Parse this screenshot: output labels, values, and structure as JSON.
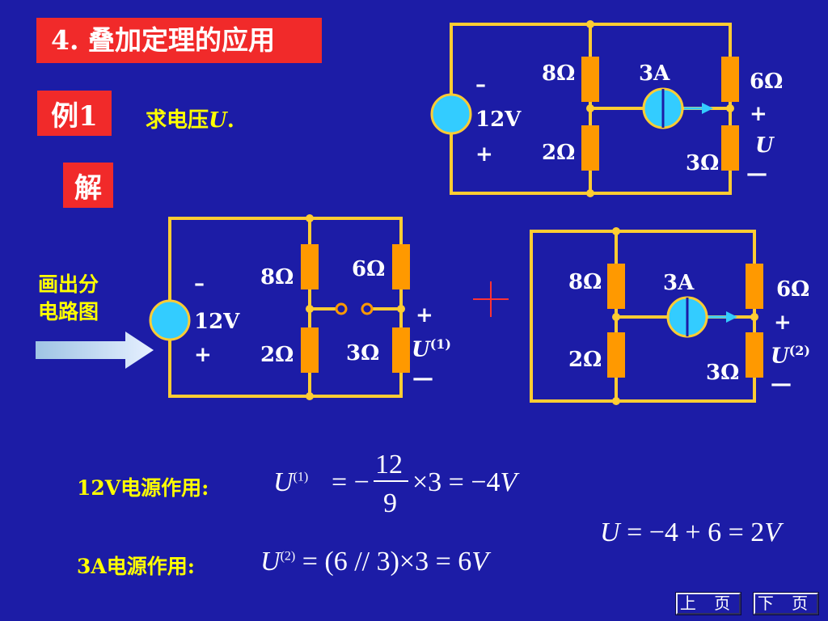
{
  "title": "4. 叠加定理的应用",
  "example_tag": "例1",
  "question_prefix": "求电压",
  "question_var": "U",
  "question_suffix": ".",
  "solution_tag": "解",
  "draw_note_line1": "画出分",
  "draw_note_line2": "电路图",
  "plus_sign": "+",
  "circuit_main": {
    "src_minus": "–",
    "src_value": "12V",
    "src_plus": "+",
    "r_top_left": "8Ω",
    "r_bot_left": "2Ω",
    "current_src": "3A",
    "r_top_right": "6Ω",
    "r_bot_right": "3Ω",
    "u_plus": "+",
    "u_var": "U",
    "u_minus": "—"
  },
  "circuit_1": {
    "src_minus": "–",
    "src_value": "12V",
    "src_plus": "+",
    "r_top_left": "8Ω",
    "r_top_right": "6Ω",
    "r_bot_left": "2Ω",
    "r_bot_right": "3Ω",
    "u_plus": "+",
    "u_var": "U",
    "u_sup": "(1)",
    "u_minus": "—"
  },
  "circuit_2": {
    "r_top_left": "8Ω",
    "current_src": "3A",
    "r_top_right": "6Ω",
    "r_bot_left": "2Ω",
    "r_bot_right": "3Ω",
    "u_plus": "+",
    "u_var": "U",
    "u_sup": "(2)",
    "u_minus": "—"
  },
  "equation_1": {
    "label": "12V电源作用:",
    "lhs_var": "U",
    "lhs_sup": "(1)",
    "eq_minus": "= −",
    "frac_num": "12",
    "frac_den": "9",
    "rest": "×3 = −4",
    "unit": "V"
  },
  "equation_2": {
    "label": "3A电源作用:",
    "lhs_var": "U",
    "lhs_sup": "(2)",
    "rhs": "= (6 // 3)×3 = 6",
    "unit": "V"
  },
  "result": {
    "var": "U",
    "rhs": "= −4 + 6 = 2",
    "unit": "V"
  },
  "nav": {
    "prev": "上 页",
    "next": "下 页"
  },
  "colors": {
    "background": "#1c1ca6",
    "wire": "#ffcc33",
    "resistor": "#ff9900",
    "source": "#33ccff",
    "title_bg": "#f12a2a",
    "label": "#ffff00"
  }
}
